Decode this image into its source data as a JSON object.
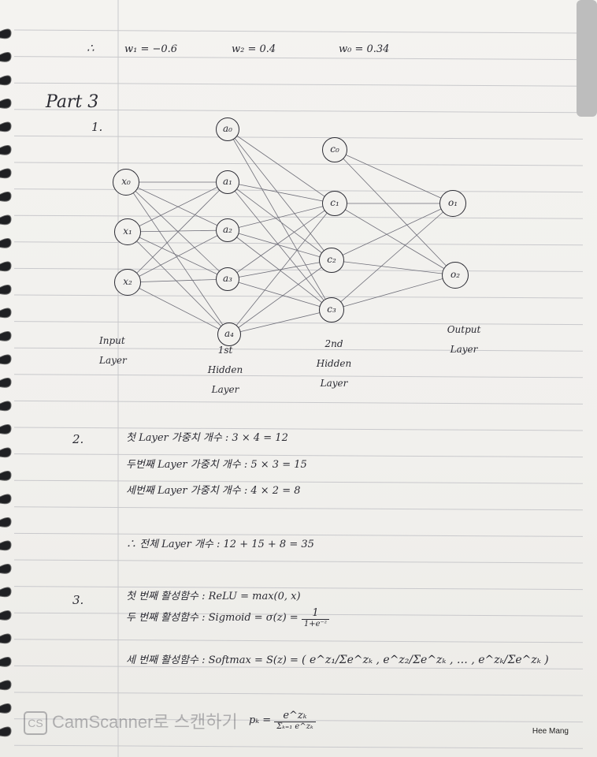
{
  "weights": {
    "therefore": "∴",
    "w1": "w₁ = −0.6",
    "w2": "w₂ = 0.4",
    "w0": "w₀ = 0.34"
  },
  "part_heading": "Part 3",
  "q1": {
    "number": "1.",
    "nodes": {
      "input": [
        "x₀",
        "x₁",
        "x₂"
      ],
      "hidden1": [
        "a₀",
        "a₁",
        "a₂",
        "a₃",
        "a₄"
      ],
      "hidden2": [
        "c₀",
        "c₁",
        "c₂",
        "c₃"
      ],
      "output": [
        "o₁",
        "o₂"
      ]
    },
    "layers": [
      "Input\nLayer",
      "1st\nHidden\nLayer",
      "2nd\nHidden\nLayer",
      "Output\nLayer"
    ]
  },
  "q2": {
    "number": "2.",
    "lines": [
      "첫 Layer 가중치 개수  :  3 × 4 = 12",
      "두번째 Layer 가중치 개수 :  5 × 3 = 15",
      "세번째 Layer 가중치 개수 :  4 × 2 = 8"
    ],
    "total": "∴ 전체 Layer 개수 :  12 + 15 + 8 = 35"
  },
  "q3": {
    "number": "3.",
    "relu": "첫 번째 활성함수 :  ReLU = max(0, x)",
    "sigmoid": "두 번째 활성함수 :  Sigmoid = σ(z) = ",
    "sigmoid_num": "1",
    "sigmoid_den": "1+e⁻ᶻ",
    "softmax": "세 번째 활성함수 :  Softmax = S(z) = ",
    "softmax_vector": "( e^z₁/Σe^zₖ , e^z₂/Σe^zₖ , … , e^zₖ/Σe^zₖ )",
    "pk_label": "pₖ =",
    "pk_num": "e^zₖ",
    "pk_den": "Σₖ₌₁ e^zₖ"
  },
  "watermark": {
    "logo": "CS",
    "text": "CamScanner로 스캔하기"
  },
  "signature": "Hee Mang",
  "colors": {
    "ink": "#2b2b33",
    "rule": "#c9c9cc",
    "paper": "#f2f1ee"
  }
}
